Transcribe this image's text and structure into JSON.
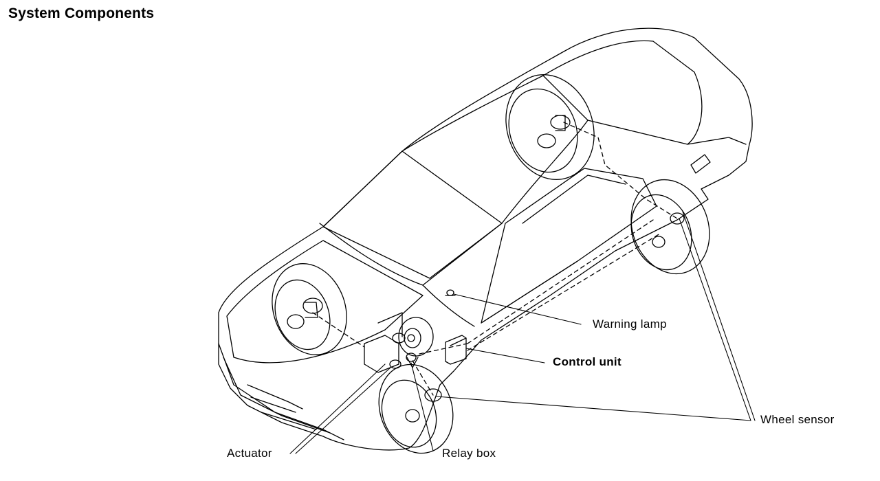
{
  "title": "System Components",
  "labels": {
    "warning_lamp": "Warning lamp",
    "control_unit": "Control unit",
    "wheel_sensor": "Wheel sensor",
    "actuator": "Actuator",
    "relay_box": "Relay box"
  }
}
